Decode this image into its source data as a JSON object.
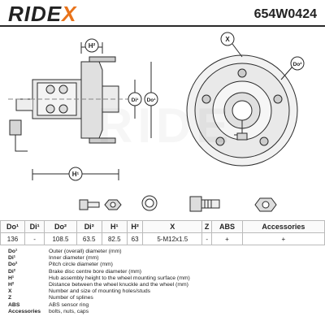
{
  "header": {
    "brand_main": "RIDE",
    "brand_accent": "X",
    "part_number": "654W0424"
  },
  "colors": {
    "accent": "#e8731a",
    "line": "#2a2a2a",
    "dim": "#555555"
  },
  "drawing": {
    "labels": {
      "h2": "H²",
      "h1": "H¹",
      "di1": "Di¹",
      "do1": "Do¹",
      "x": "X",
      "do2": "Do²"
    }
  },
  "table": {
    "headers": [
      "Do¹",
      "Di¹",
      "Do²",
      "Di²",
      "H¹",
      "H²",
      "X",
      "Z",
      "ABS",
      "Accessories"
    ],
    "values": [
      "136",
      "-",
      "108.5",
      "63.5",
      "82.5",
      "63",
      "5-M12x1.5",
      "-",
      "+",
      "+"
    ]
  },
  "legend": [
    {
      "key": "Do¹",
      "desc": "Outer (overall) diameter (mm)"
    },
    {
      "key": "Di¹",
      "desc": "Inner diameter (mm)"
    },
    {
      "key": "Do²",
      "desc": "Pitch circle diameter (mm)"
    },
    {
      "key": "Di²",
      "desc": "Brake disc centre bore diameter (mm)"
    },
    {
      "key": "H¹",
      "desc": "Hub assembly height to the wheel mounting surface (mm)"
    },
    {
      "key": "H²",
      "desc": "Distance between the wheel knuckle and the wheel (mm)"
    },
    {
      "key": "X",
      "desc": "Number and size of mounting holes/studs"
    },
    {
      "key": "Z",
      "desc": "Number of splines"
    },
    {
      "key": "ABS",
      "desc": "ABS sensor ring"
    },
    {
      "key": "Accessories",
      "desc": "bolts, nuts, caps"
    }
  ]
}
